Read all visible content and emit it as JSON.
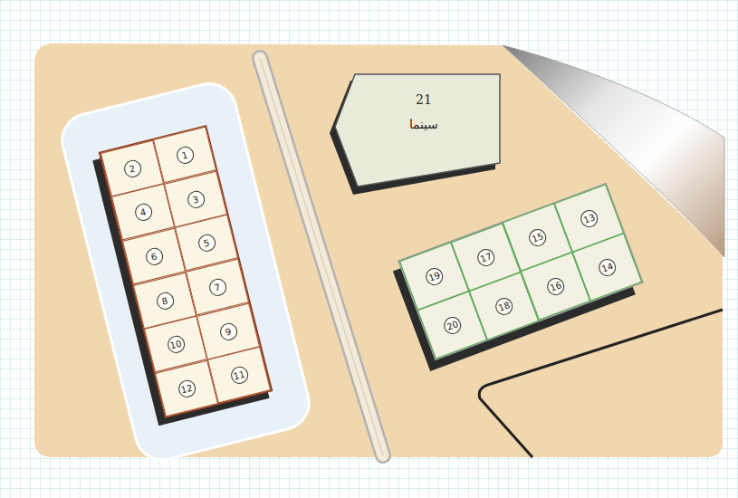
{
  "diagram": {
    "nodes": [
      {
        "text": [
          "1"
        ]
      },
      {
        "text": [
          "2"
        ]
      },
      {
        "text": [
          "3"
        ]
      },
      {
        "text": [
          "4"
        ]
      },
      {
        "text": [
          "5"
        ]
      },
      {
        "text": [
          "6"
        ]
      },
      {
        "text": [
          "7"
        ]
      },
      {
        "text": [
          "8"
        ]
      },
      {
        "text": [
          "9"
        ]
      },
      {
        "text": [
          "10"
        ]
      },
      {
        "text": [
          "11"
        ]
      },
      {
        "text": [
          "12"
        ]
      },
      {
        "text": [
          "21",
          "سينما"
        ]
      },
      {
        "text": [
          "13"
        ]
      },
      {
        "text": [
          "14"
        ]
      },
      {
        "text": [
          "15"
        ]
      },
      {
        "text": [
          "16"
        ]
      },
      {
        "text": [
          "17"
        ]
      },
      {
        "text": [
          "18"
        ]
      },
      {
        "text": [
          "19"
        ]
      },
      {
        "text": [
          "20"
        ]
      }
    ]
  }
}
